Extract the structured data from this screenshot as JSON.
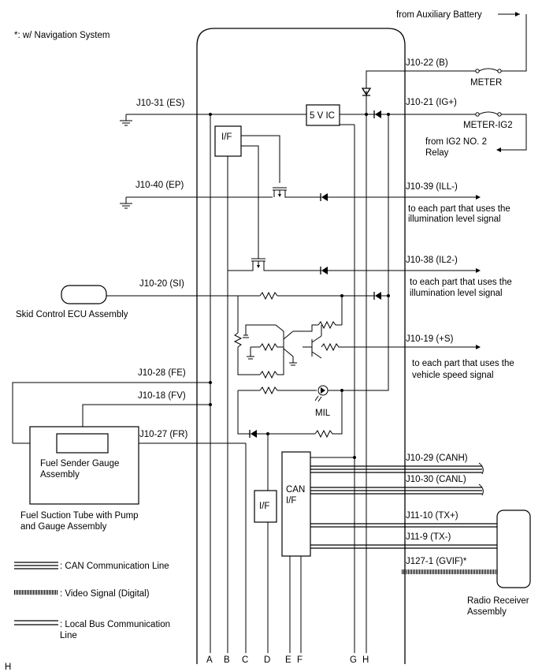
{
  "note": "*: w/ Navigation System",
  "corner_label": "H",
  "blocks": {
    "ic_5v": "5 V IC",
    "if_top": "I/F",
    "if_bottom": "I/F",
    "can_if_line1": "CAN",
    "can_if_line2": "I/F"
  },
  "terminals": {
    "j10_22": "J10-22 (B)",
    "j10_21": "J10-21 (IG+)",
    "j10_31": "J10-31 (ES)",
    "j10_40": "J10-40 (EP)",
    "j10_39": "J10-39 (ILL-)",
    "j10_38": "J10-38 (IL2-)",
    "j10_20": "J10-20 (SI)",
    "j10_19": "J10-19 (+S)",
    "j10_28": "J10-28 (FE)",
    "j10_18": "J10-18 (FV)",
    "j10_27": "J10-27 (FR)",
    "j10_29": "J10-29 (CANH)",
    "j10_30": "J10-30 (CANL)",
    "j11_10": "J11-10 (TX+)",
    "j11_9": "J11-9 (TX-)",
    "j127_1": "J127-1 (GVIF)*"
  },
  "external_labels": {
    "aux_battery": "from Auxiliary Battery",
    "meter_fuse": "METER",
    "meter_ig2_fuse": "METER-IG2",
    "ig2_relay_line1": "from IG2 NO. 2",
    "ig2_relay_line2": "Relay",
    "ill_dest1_line1": "to each part that uses the",
    "ill_dest1_line2": "illumination level signal",
    "ill_dest2_line1": "to each part that uses the",
    "ill_dest2_line2": "illumination level signal",
    "speed_dest_line1": "to each part that uses the",
    "speed_dest_line2": "vehicle speed signal",
    "skid_ecu": "Skid Control ECU Assembly",
    "mil": "MIL",
    "fuel_sender_line1": "Fuel Sender Gauge",
    "fuel_sender_line2": "Assembly",
    "fuel_tube_line1": "Fuel Suction Tube with Pump",
    "fuel_tube_line2": "and Gauge Assembly",
    "radio_line1": "Radio Receiver",
    "radio_line2": "Assembly"
  },
  "legend": {
    "can": ": CAN Communication Line",
    "video": ": Video Signal (Digital)",
    "local_bus_line1": ": Local Bus Communication",
    "local_bus_line2": "Line"
  },
  "bus_labels": [
    "A",
    "B",
    "C",
    "D",
    "E",
    "F",
    "G",
    "H"
  ]
}
